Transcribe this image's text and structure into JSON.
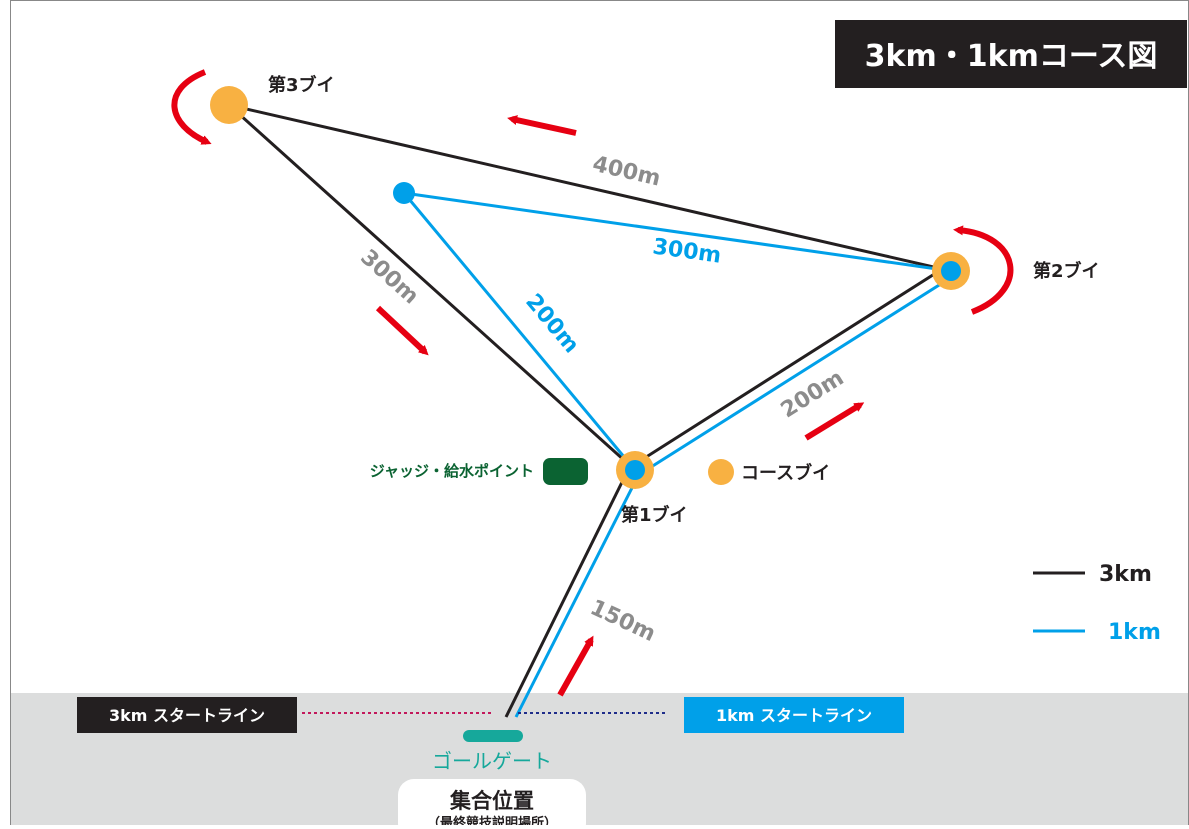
{
  "title": "3km・1kmコース図",
  "buoys": {
    "buoy1": "第1ブイ",
    "buoy2": "第2ブイ",
    "buoy3": "第3ブイ"
  },
  "distances": {
    "d400": "400m",
    "d300_black": "300m",
    "d300_blue": "300m",
    "d200_blue": "200m",
    "d200_right": "200m",
    "d150": "150m"
  },
  "legend": {
    "km3": "3km",
    "km1": "1km",
    "course_buoy": "コースブイ",
    "judge_point": "ジャッジ・給水ポイント"
  },
  "start_lines": {
    "left": "3km スタートライン",
    "right": "1km スタートライン"
  },
  "goal_gate": "ゴールゲート",
  "assembly": {
    "title": "集合位置",
    "subtitle": "（最終競技説明場所）"
  },
  "colors": {
    "black_course": "#231f20",
    "blue_course": "#00a0e9",
    "buoy_orange": "#f8b142",
    "arrow_red": "#e60012",
    "judge_green": "#0b6332",
    "goal_teal": "#16a89b",
    "start_band": "#dcdddd",
    "grey_text": "#8c8c8c"
  }
}
